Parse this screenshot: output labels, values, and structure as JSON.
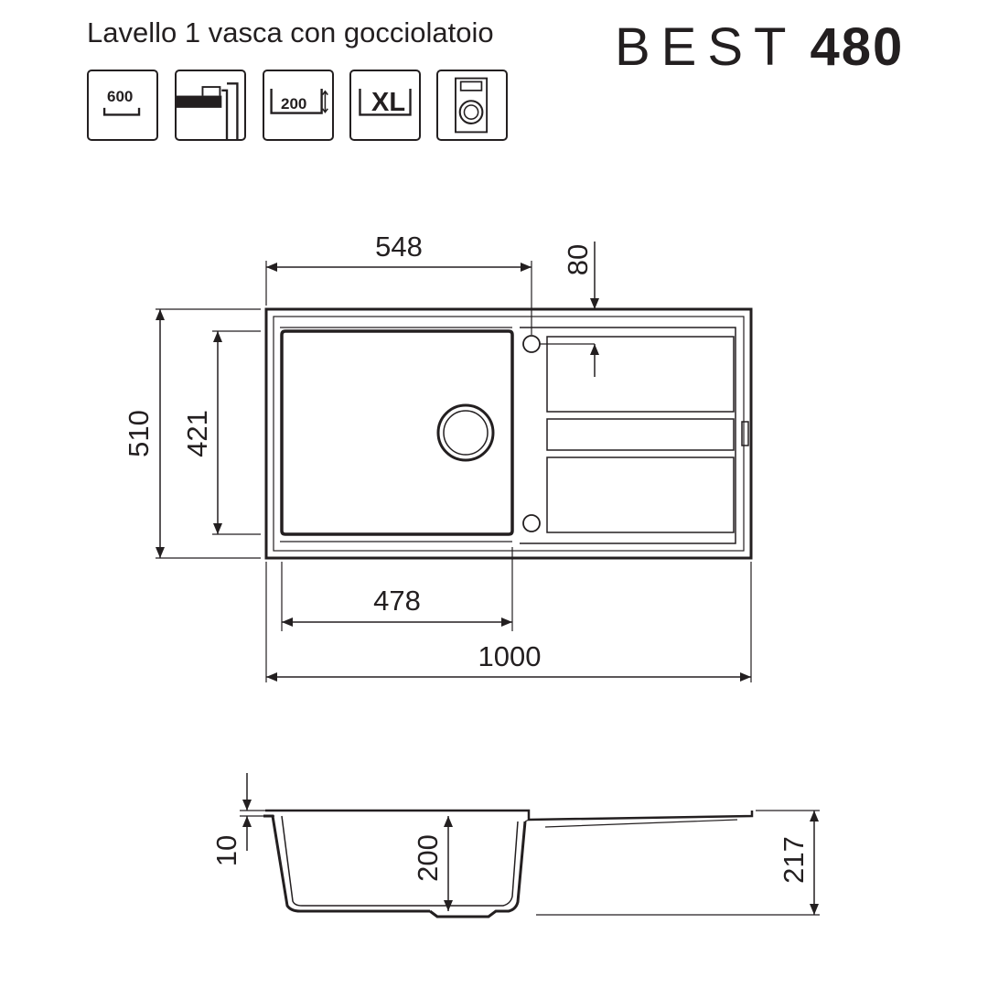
{
  "header": {
    "subtitle": "Lavello 1 vasca con gocciolatoio",
    "brand_name": "BEST",
    "brand_model": "480"
  },
  "features": [
    {
      "icon": "cabinet-600-icon",
      "label": "600"
    },
    {
      "icon": "mounting-profile-icon",
      "label": ""
    },
    {
      "icon": "bowl-depth-200-icon",
      "label": "200"
    },
    {
      "icon": "xl-bowl-icon",
      "label": "XL"
    },
    {
      "icon": "dishwasher-icon",
      "label": ""
    }
  ],
  "dimensions": {
    "drainer_width": "548",
    "tap_hole_offset": "80",
    "total_depth": "510",
    "bowl_depth": "421",
    "bowl_width": "478",
    "total_width": "1000",
    "rim_thickness": "10",
    "bowl_height": "200",
    "total_height": "217"
  },
  "colors": {
    "line": "#231f20",
    "background": "#ffffff"
  }
}
